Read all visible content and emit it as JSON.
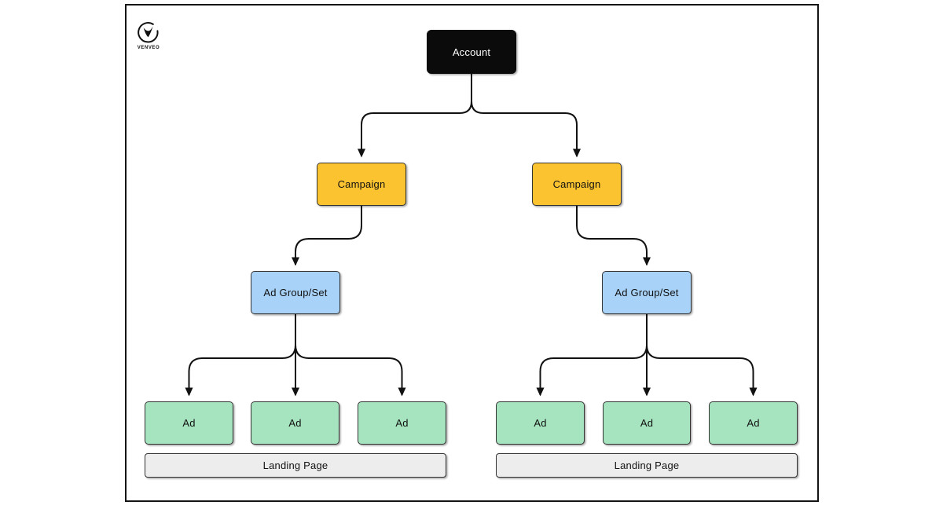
{
  "brand": {
    "name": "VENVEO"
  },
  "colors": {
    "account_fill": "#0b0b0b",
    "campaign_fill": "#FCC331",
    "adgroup_fill": "#A9D2F9",
    "ad_fill": "#A5E4BE",
    "landing_fill": "#EDEDED",
    "connector": "#111111",
    "frame_border": "#141414"
  },
  "diagram": {
    "type": "tree",
    "nodes": {
      "account": {
        "label": "Account"
      },
      "campaign_left": {
        "label": "Campaign"
      },
      "campaign_right": {
        "label": "Campaign"
      },
      "adgroup_left": {
        "label": "Ad Group/Set"
      },
      "adgroup_right": {
        "label": "Ad Group/Set"
      },
      "ad_1": {
        "label": "Ad"
      },
      "ad_2": {
        "label": "Ad"
      },
      "ad_3": {
        "label": "Ad"
      },
      "ad_4": {
        "label": "Ad"
      },
      "ad_5": {
        "label": "Ad"
      },
      "ad_6": {
        "label": "Ad"
      },
      "landing_left": {
        "label": "Landing Page"
      },
      "landing_right": {
        "label": "Landing Page"
      }
    },
    "edges": [
      [
        "account",
        "campaign_left"
      ],
      [
        "account",
        "campaign_right"
      ],
      [
        "campaign_left",
        "adgroup_left"
      ],
      [
        "campaign_right",
        "adgroup_right"
      ],
      [
        "adgroup_left",
        "ad_1"
      ],
      [
        "adgroup_left",
        "ad_2"
      ],
      [
        "adgroup_left",
        "ad_3"
      ],
      [
        "adgroup_right",
        "ad_4"
      ],
      [
        "adgroup_right",
        "ad_5"
      ],
      [
        "adgroup_right",
        "ad_6"
      ]
    ]
  }
}
